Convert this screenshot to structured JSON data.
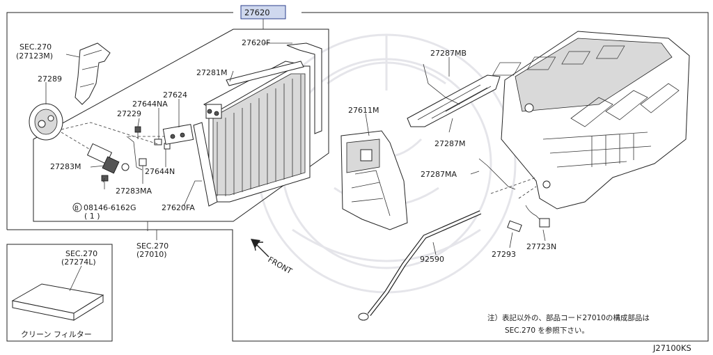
{
  "diagram": {
    "main_part_no": "27620",
    "page_code": "J27100KS",
    "labels": {
      "sec270_27123m_a": "SEC.270",
      "sec270_27123m_b": "(27123M)",
      "p27289": "27289",
      "p27283m": "27283M",
      "p27229": "27229",
      "p27644na": "27644NA",
      "p27624": "27624",
      "p27281m": "27281M",
      "p27620f": "27620F",
      "p27644n": "27644N",
      "p27283ma": "27283MA",
      "p27620fa": "27620FA",
      "bolt": "08146-6162G",
      "bolt_qty": "( 1 )",
      "bolt_circle": "B",
      "sec270_27010_a": "SEC.270",
      "sec270_27010_b": "(27010)",
      "sec270_27274l_a": "SEC.270",
      "sec270_27274l_b": "(27274L)",
      "clean_filter": "クリーン フィルター",
      "p27611m": "27611M",
      "p27287mb": "27287MB",
      "p27287m": "27287M",
      "p27287ma": "27287MA",
      "front": "FRONT",
      "p92590": "92590",
      "p27293": "27293",
      "p27723n": "27723N",
      "note_line1": "注）表記以外の、部品コード27010の構成部品は",
      "note_line2": "SEC.270 を参照下さい。"
    }
  }
}
